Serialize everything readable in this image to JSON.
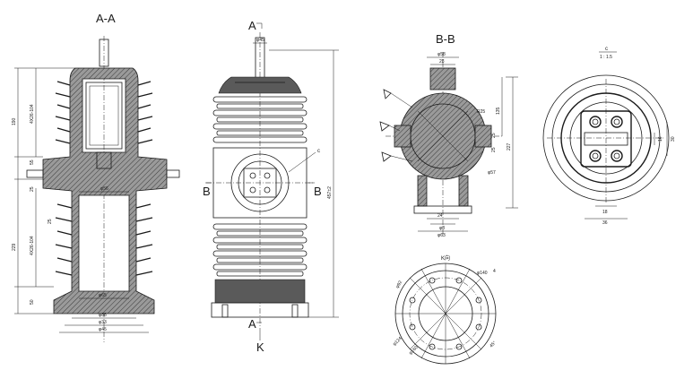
{
  "views": {
    "section_aa": {
      "title": "A-A",
      "dims": {
        "top_height": "190",
        "top_dia": "4X26-104",
        "mid_55": "55",
        "mid_25": "25",
        "d56": "φ56",
        "small_25": "25",
        "lower_height": "229",
        "lower_dia": "4X26-104",
        "bottom_50": "50",
        "d65": "φ65",
        "d88": "φ88",
        "d33": "φ33",
        "d45b": "φ45"
      }
    },
    "front_view": {
      "label_a_top": "A",
      "label_a_bottom": "A",
      "label_b_left": "B",
      "label_b_right": "B",
      "label_k": "K",
      "label_c": "c",
      "d45": "φ45",
      "overall_height": "457±2"
    },
    "section_bb": {
      "title": "B-B",
      "dims": {
        "d58": "φ58",
        "w28": "28",
        "h135": "135",
        "h227": "227",
        "r25": "R25",
        "v25a": "25",
        "v25b": "25",
        "d57": "φ57",
        "w24": "24",
        "d8": "φ8",
        "d63": "φ63"
      }
    },
    "detail_c": {
      "title": "c",
      "scale": "1 : 1.5",
      "dims": {
        "w18": "18",
        "w36": "36",
        "h16": "16",
        "h30": "30"
      }
    },
    "view_k": {
      "title": "K向",
      "dims": {
        "d92": "φ92",
        "d140": "φ140",
        "d124": "φ124",
        "d160": "φ160",
        "angle": "45°",
        "r4": "4"
      }
    }
  }
}
